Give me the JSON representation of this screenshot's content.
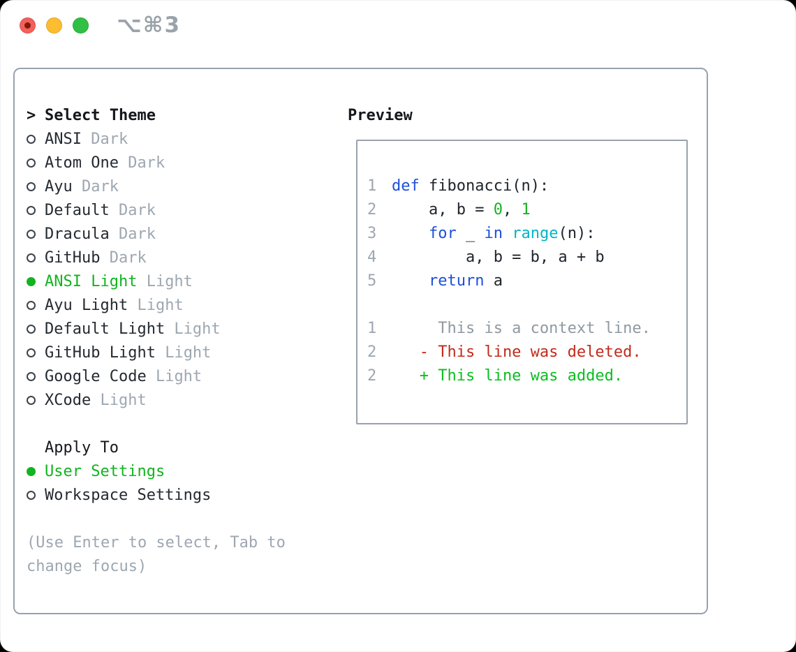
{
  "window": {
    "shortcut_label": "⌥⌘3",
    "traffic_lights": [
      "close",
      "minimize",
      "zoom"
    ]
  },
  "theme_picker": {
    "header": {
      "prefix": ">",
      "label": "Select Theme"
    },
    "themes": [
      {
        "name": "ANSI",
        "variant": "Dark",
        "selected": false
      },
      {
        "name": "Atom One",
        "variant": "Dark",
        "selected": false
      },
      {
        "name": "Ayu",
        "variant": "Dark",
        "selected": false
      },
      {
        "name": "Default",
        "variant": "Dark",
        "selected": false
      },
      {
        "name": "Dracula",
        "variant": "Dark",
        "selected": false
      },
      {
        "name": "GitHub",
        "variant": "Dark",
        "selected": false
      },
      {
        "name": "ANSI Light",
        "variant": "Light",
        "selected": true
      },
      {
        "name": "Ayu Light",
        "variant": "Light",
        "selected": false
      },
      {
        "name": "Default Light",
        "variant": "Light",
        "selected": false
      },
      {
        "name": "GitHub Light",
        "variant": "Light",
        "selected": false
      },
      {
        "name": "Google Code",
        "variant": "Light",
        "selected": false
      },
      {
        "name": "XCode",
        "variant": "Light",
        "selected": false
      }
    ],
    "apply_to": {
      "label": "Apply To",
      "options": [
        {
          "label": "User Settings",
          "selected": true
        },
        {
          "label": "Workspace Settings",
          "selected": false
        }
      ]
    },
    "hint_lines": [
      "(Use Enter to select, Tab to",
      "change focus)"
    ]
  },
  "preview": {
    "label": "Preview",
    "lines": [
      {
        "ln": "1",
        "tokens": [
          [
            "kw",
            "def"
          ],
          [
            "fg",
            " fibonacci(n):"
          ]
        ]
      },
      {
        "ln": "2",
        "tokens": [
          [
            "fg",
            "    a, b = "
          ],
          [
            "num",
            "0"
          ],
          [
            "fg",
            ", "
          ],
          [
            "num",
            "1"
          ]
        ]
      },
      {
        "ln": "3",
        "tokens": [
          [
            "fg",
            "    "
          ],
          [
            "kw",
            "for"
          ],
          [
            "fg",
            " _ "
          ],
          [
            "kw",
            "in"
          ],
          [
            "fg",
            " "
          ],
          [
            "fn",
            "range"
          ],
          [
            "fg",
            "(n):"
          ]
        ]
      },
      {
        "ln": "4",
        "tokens": [
          [
            "fg",
            "        a, b = b, a + b"
          ]
        ]
      },
      {
        "ln": "5",
        "tokens": [
          [
            "fg",
            "    "
          ],
          [
            "kw",
            "return"
          ],
          [
            "fg",
            " a"
          ]
        ]
      },
      {
        "ln": "",
        "tokens": []
      },
      {
        "ln": "1",
        "tokens": [
          [
            "ctx",
            "     This is a context line."
          ]
        ]
      },
      {
        "ln": "2",
        "tokens": [
          [
            "del",
            "   - This line was deleted."
          ]
        ]
      },
      {
        "ln": "2",
        "tokens": [
          [
            "add",
            "   + This line was added."
          ]
        ]
      }
    ]
  },
  "colors": {
    "text_dark": "#242a31",
    "heading_black": "#14181d",
    "muted_gray": "#9da7b1",
    "border_gray": "#98a2ae",
    "accent_green": "#11b41f",
    "added_green": "#0abe20",
    "deleted_red": "#c32a1a",
    "keyword_blue": "#1e4fd8",
    "builtin_cyan": "#00b5c7",
    "literal_green": "#18b021",
    "code_fg": "#1e242b",
    "context_gray": "#8f99a2",
    "bullet_ring": "#3a424b",
    "light_red": "#f4605a",
    "light_red_dot": "#7f1a0c",
    "light_yellow": "#fcbd30",
    "light_green": "#30c043",
    "shortcut_gray": "#9aa2aa"
  }
}
